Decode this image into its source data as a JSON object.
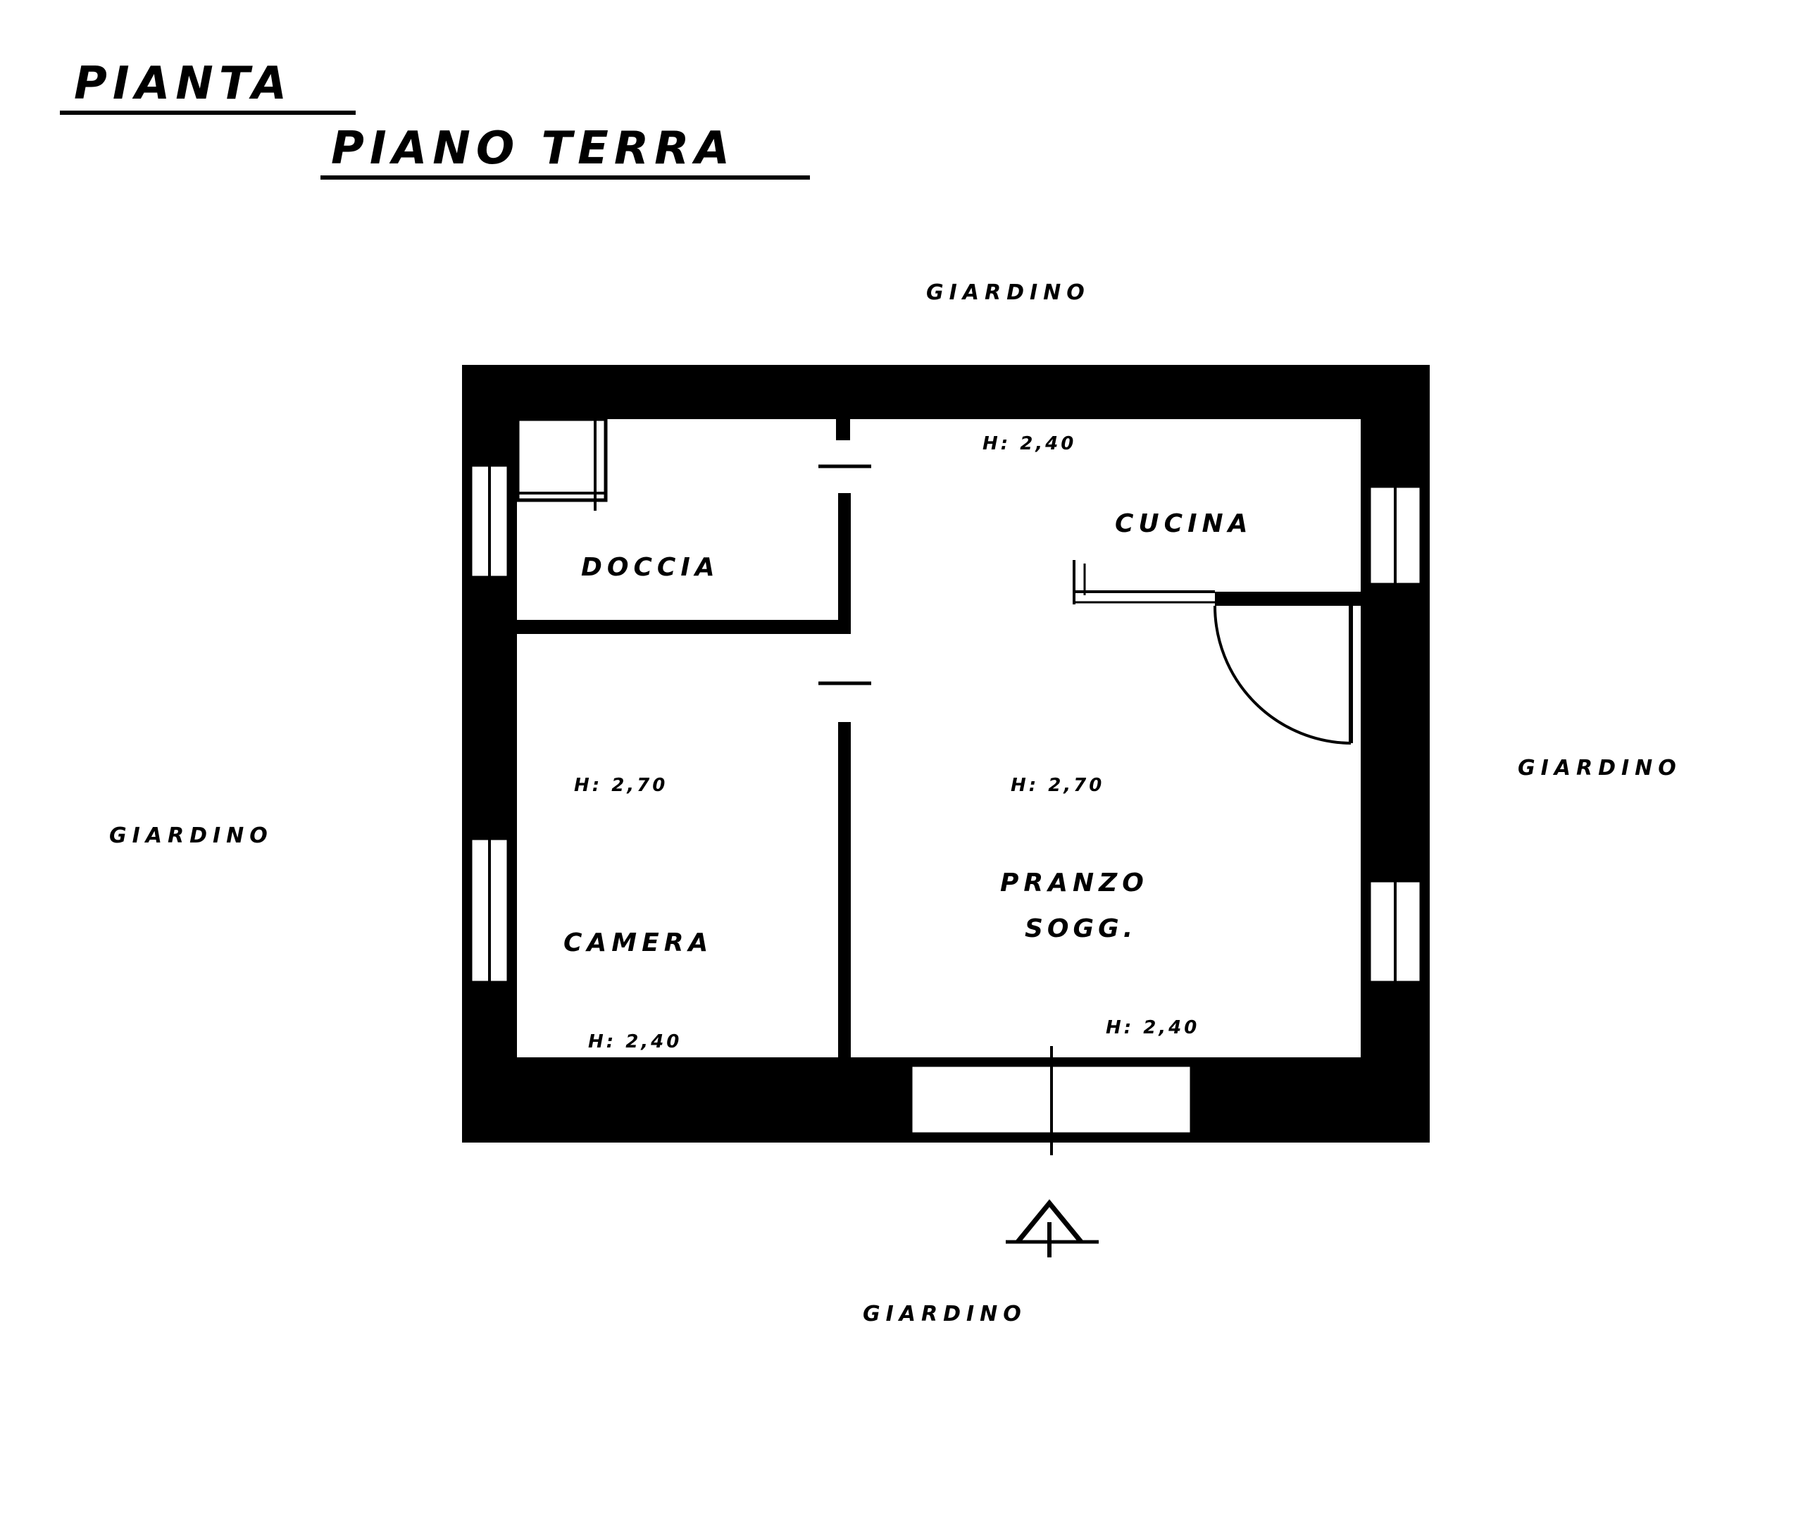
{
  "plan": {
    "title_line1": "PIANTA",
    "title_line2": "PIANO TERRA"
  },
  "surroundings": {
    "top": "GIARDINO",
    "left": "GIARDINO",
    "right": "GIARDINO",
    "bottom": "GIARDINO"
  },
  "rooms": {
    "doccia": {
      "name": "DOCCIA"
    },
    "camera": {
      "name": "CAMERA",
      "height_upper": "H: 2,70",
      "height_lower": "H: 2,40"
    },
    "cucina": {
      "name": "CUCINA",
      "height_top": "H: 2,40"
    },
    "pranzo": {
      "name": "PRANZO",
      "subname": "SOGG.",
      "height_center": "H: 2,70",
      "height_bottom": "H: 2,40"
    }
  },
  "colors": {
    "ink": "#000000",
    "paper": "#ffffff"
  }
}
